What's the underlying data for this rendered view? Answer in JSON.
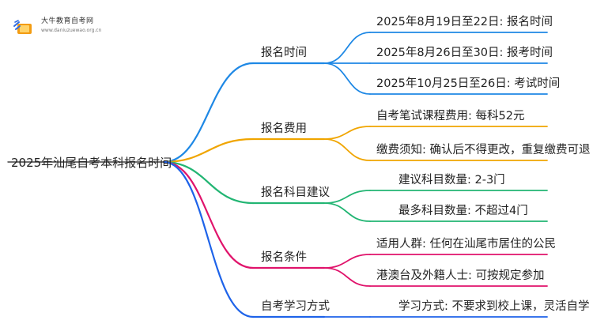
{
  "logo": {
    "name": "大牛教育自考网",
    "url": "www.daniuzuewao.org.cn"
  },
  "colors": {
    "time": "#1e88e5",
    "fee": "#f0a500",
    "subject": "#22b573",
    "condition": "#e0136b",
    "study": "#1e63e9"
  },
  "root": {
    "label": "2025年汕尾自考本科报名时间"
  },
  "branches": [
    {
      "label": "报名时间",
      "color": "time",
      "leaves": [
        "2025年8月19日至22日: 报名时间",
        "2025年8月26日至30日: 报考时间",
        "2025年10月25日至26日: 考试时间"
      ]
    },
    {
      "label": "报名费用",
      "color": "fee",
      "leaves": [
        "自考笔试课程费用: 每科52元",
        "缴费须知: 确认后不得更改，重复缴费可退"
      ]
    },
    {
      "label": "报名科目建议",
      "color": "subject",
      "leaves": [
        "建议科目数量: 2-3门",
        "最多科目数量: 不超过4门"
      ]
    },
    {
      "label": "报名条件",
      "color": "condition",
      "leaves": [
        "适用人群: 任何在汕尾市居住的公民",
        "港澳台及外籍人士: 可按规定参加"
      ]
    },
    {
      "label": "自考学习方式",
      "color": "study",
      "leaves": [
        "学习方式: 不要求到校上课，灵活自学"
      ]
    }
  ]
}
